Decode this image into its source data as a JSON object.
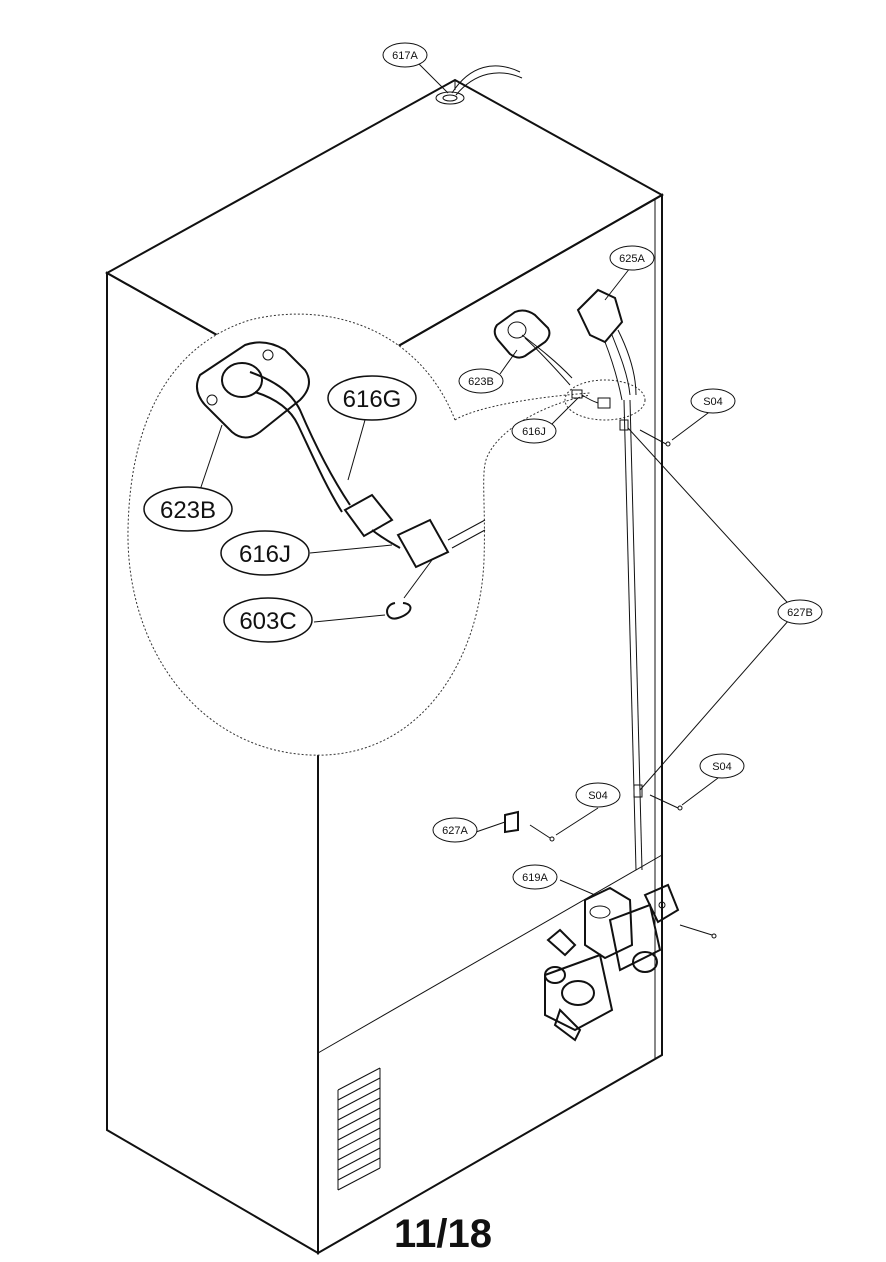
{
  "labels": {
    "l617A": "617A",
    "l625A": "625A",
    "l623B_small": "623B",
    "l616J_small": "616J",
    "l627B": "627B",
    "l627A": "627A",
    "l619A": "619A",
    "l_s04_a": "S04",
    "l_s04_b": "S04",
    "l_s04_c": "S04",
    "l616G_big": "616G",
    "l623B_big": "623B",
    "l616J_big": "616J",
    "l603C_big": "603C"
  },
  "page_number": "11/18"
}
